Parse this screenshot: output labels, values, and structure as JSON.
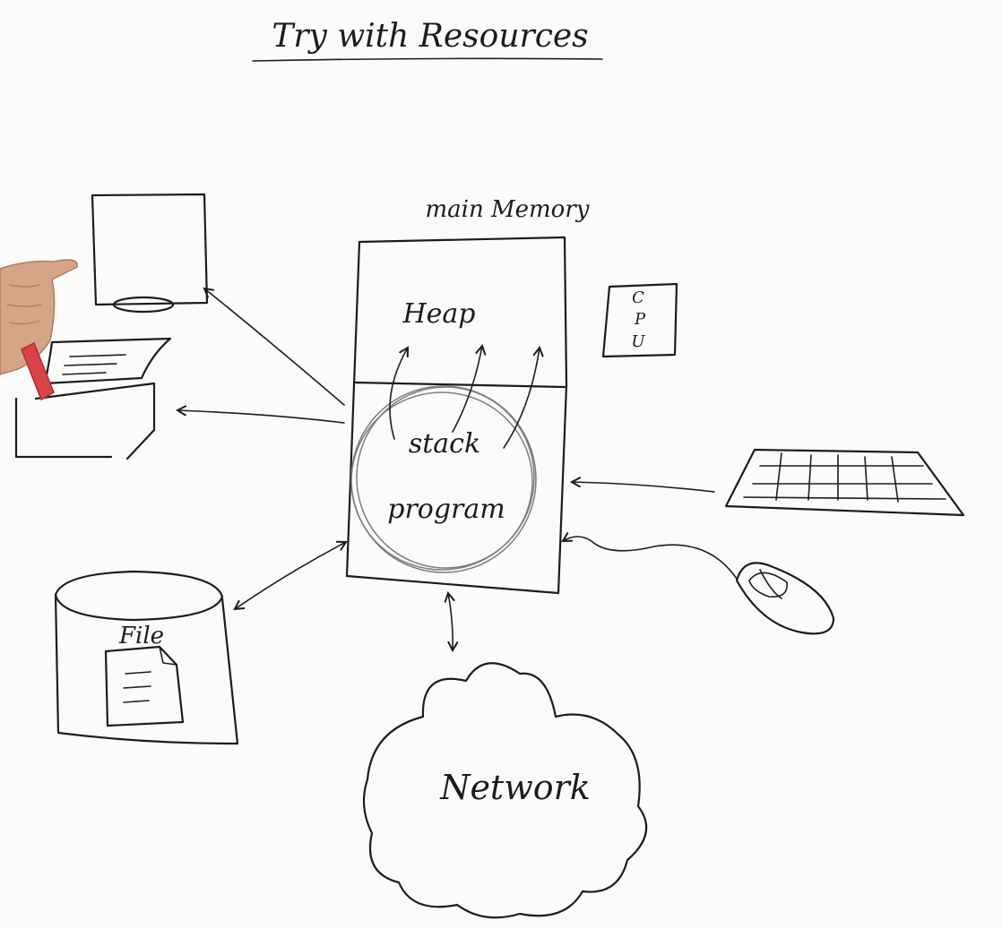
{
  "title": "Try with Resources",
  "memory": {
    "label": "main Memory",
    "heap": "Heap",
    "stack": "stack",
    "program": "program"
  },
  "cpu": {
    "letters": [
      "C",
      "P",
      "U"
    ]
  },
  "file": {
    "label": "File"
  },
  "network": {
    "label": "Network"
  },
  "colors": {
    "ink": "#1c1c1c",
    "board": "#fbfbf9",
    "marker": "#d9444a"
  }
}
